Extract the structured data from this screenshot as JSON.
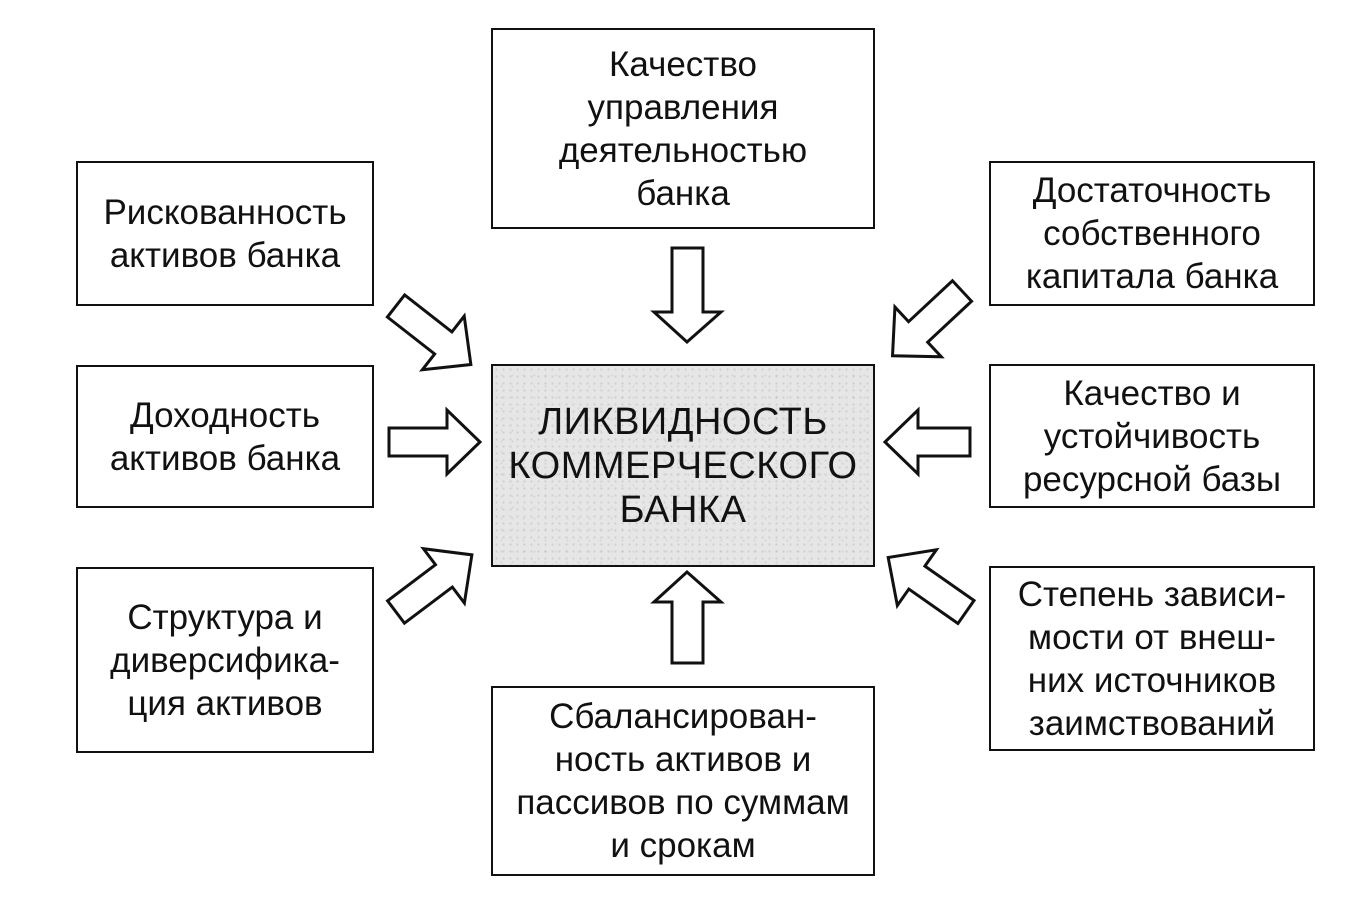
{
  "center": {
    "label": "ЛИКВИДНОСТЬ\nКОММЕРЧЕСКОГО\nБАНКА"
  },
  "factors": {
    "top": "Качество\nуправления\nдеятельностью\nбанка",
    "top_left": "Рискованность\nактивов банка",
    "top_right": "Достаточность\nсобственного\nкапитала банка",
    "left": "Доходность\nактивов банка",
    "right": "Качество и\nустойчивость\nресурсной базы",
    "bottom_left": "Структура и\nдиверсифика-\nция активов",
    "bottom_right": "Степень зависи-\nмости от внеш-\nних источников\nзаимствований",
    "bottom": "Сбалансирован-\nность активов и\nпассивов по суммам\nи срокам"
  }
}
